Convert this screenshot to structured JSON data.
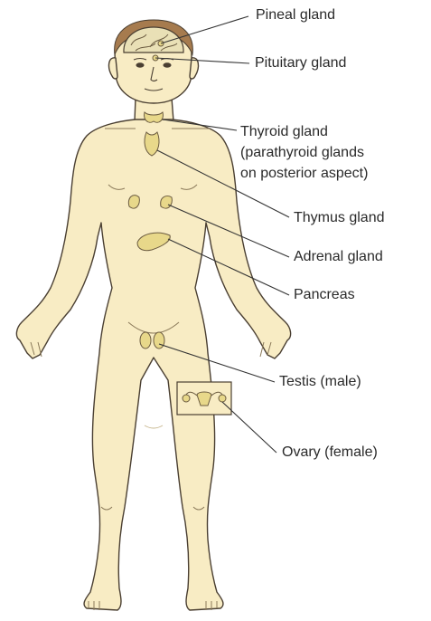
{
  "labels": {
    "pineal": "Pineal gland",
    "pituitary": "Pituitary gland",
    "thyroid_line1": "Thyroid gland",
    "thyroid_line2": "(parathyroid glands",
    "thyroid_line3": "on posterior aspect)",
    "thymus": "Thymus gland",
    "adrenal": "Adrenal gland",
    "pancreas": "Pancreas",
    "testis": "Testis (male)",
    "ovary": "Ovary (female)"
  },
  "colors": {
    "skin": "#f8ecc4",
    "outline": "#4a3f32",
    "hair": "#a67b4e",
    "brain": "#e9e0b6",
    "gland": "#e8d88a",
    "leader": "#333333"
  }
}
